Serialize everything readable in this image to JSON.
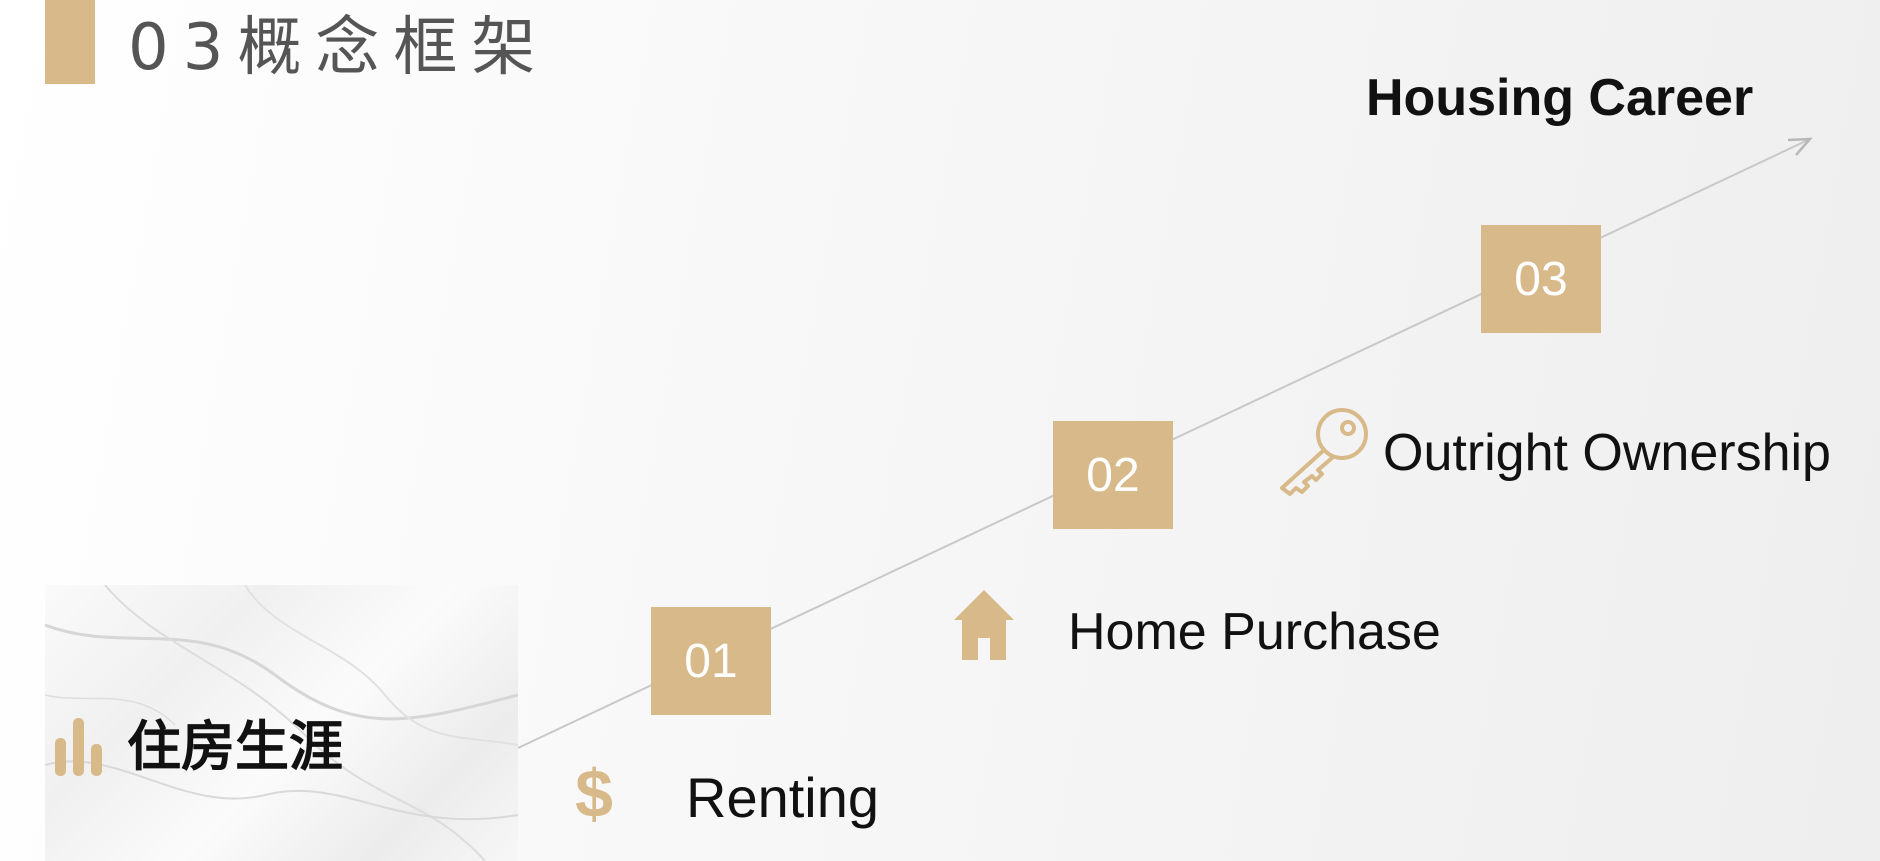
{
  "header": {
    "title": "03概念框架"
  },
  "panel": {
    "label": "住房生涯",
    "icon": "bar-chart-icon"
  },
  "diagram": {
    "heading": "Housing Career",
    "steps": [
      {
        "number": "01",
        "label": "Renting",
        "icon": "dollar-icon"
      },
      {
        "number": "02",
        "label": "Home Purchase",
        "icon": "house-icon"
      },
      {
        "number": "03",
        "label": "Outright Ownership",
        "icon": "key-icon"
      }
    ]
  },
  "colors": {
    "accent": "#d8b98a",
    "text": "#111111",
    "title": "#555555",
    "line": "#c8c8c8"
  }
}
